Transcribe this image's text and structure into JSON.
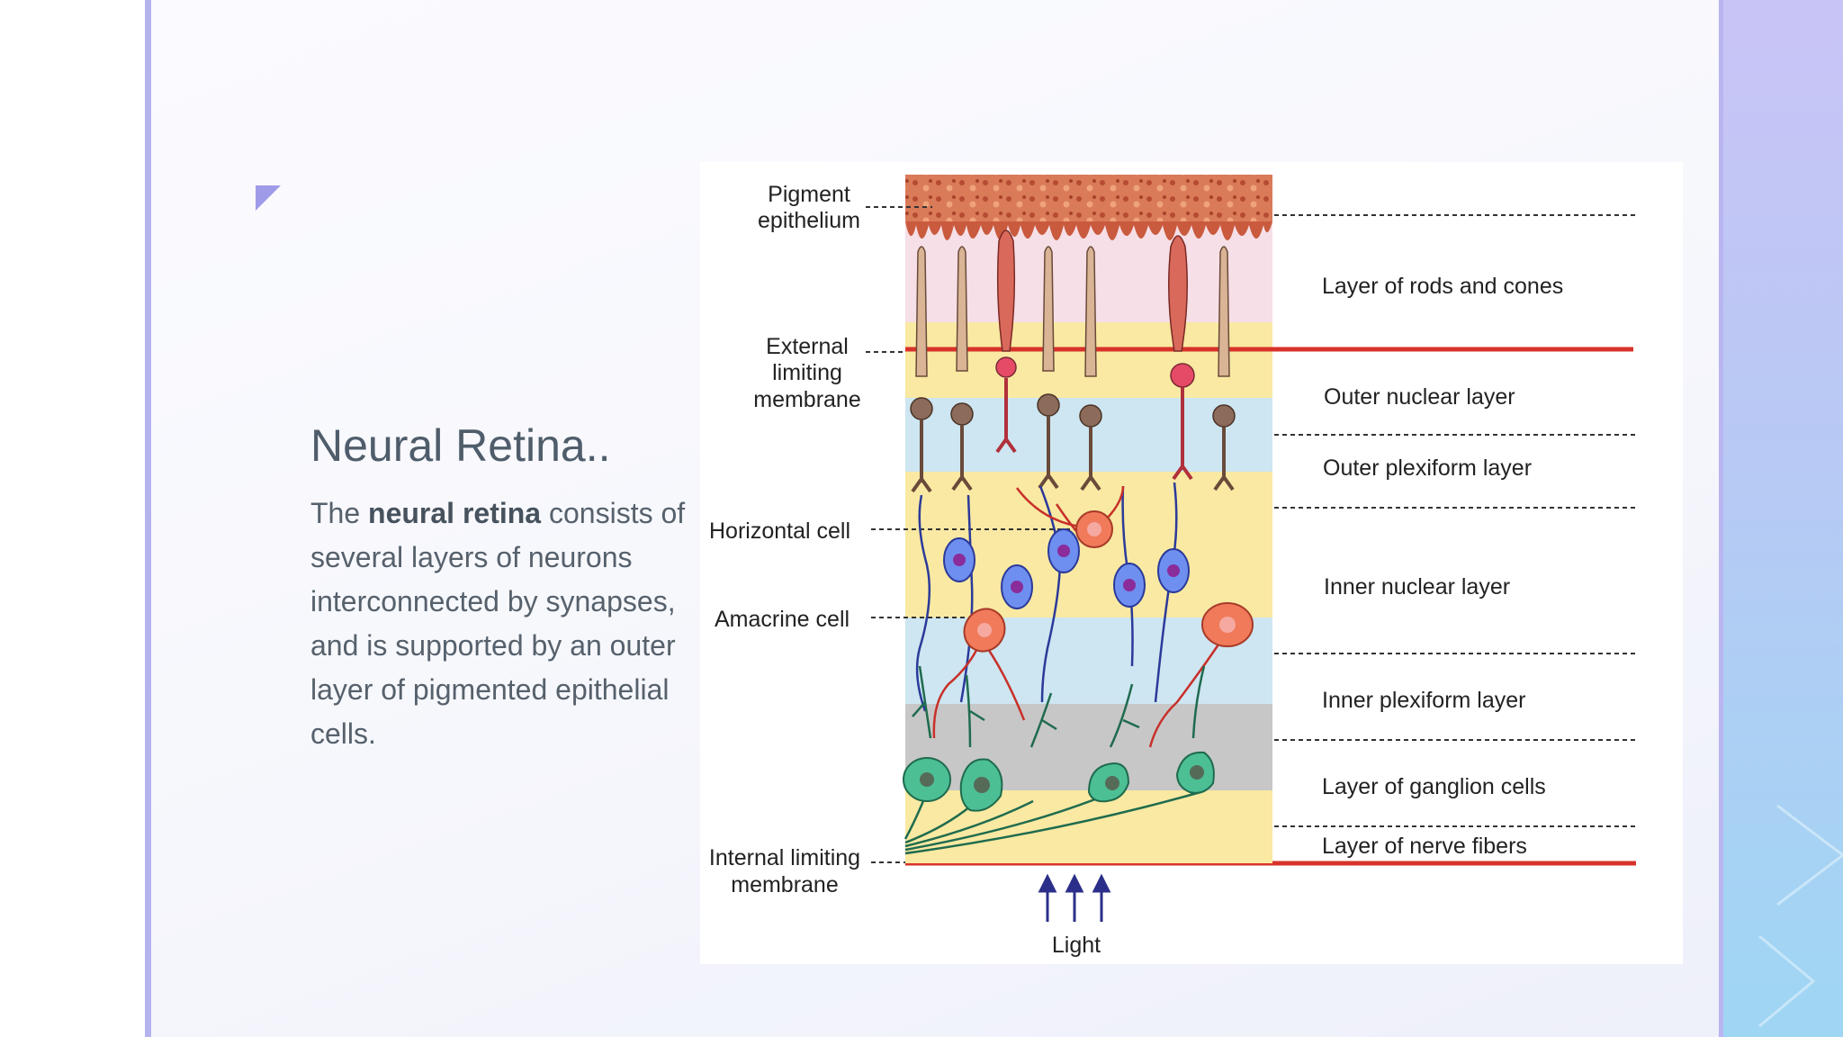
{
  "slide": {
    "title": "Neural Retina..",
    "body_prefix": "The ",
    "body_bold": "neural retina",
    "body_rest": " consists of several layers of neurons interconnected by synapses, and is supported by an outer layer of pigmented epithelial cells."
  },
  "diagram": {
    "left_labels": {
      "pigment_l1": "Pigment",
      "pigment_l2": "epithelium",
      "external_l1": "External",
      "external_l2": "limiting",
      "external_l3": "membrane",
      "horizontal": "Horizontal cell",
      "amacrine": "Amacrine cell",
      "internal_l1": "Internal limiting",
      "internal_l2": "membrane"
    },
    "layers": [
      "Layer of rods and cones",
      "Outer nuclear layer",
      "Outer plexiform layer",
      "Inner nuclear layer",
      "Inner plexiform layer",
      "Layer of ganglion cells",
      "Layer of nerve fibers"
    ],
    "light_label": "Light"
  },
  "colors": {
    "accent": "#9f9be8",
    "membrane_line": "#d8322a",
    "neuron_blue": "#2b3a9a",
    "ganglion": "#3aa985"
  }
}
